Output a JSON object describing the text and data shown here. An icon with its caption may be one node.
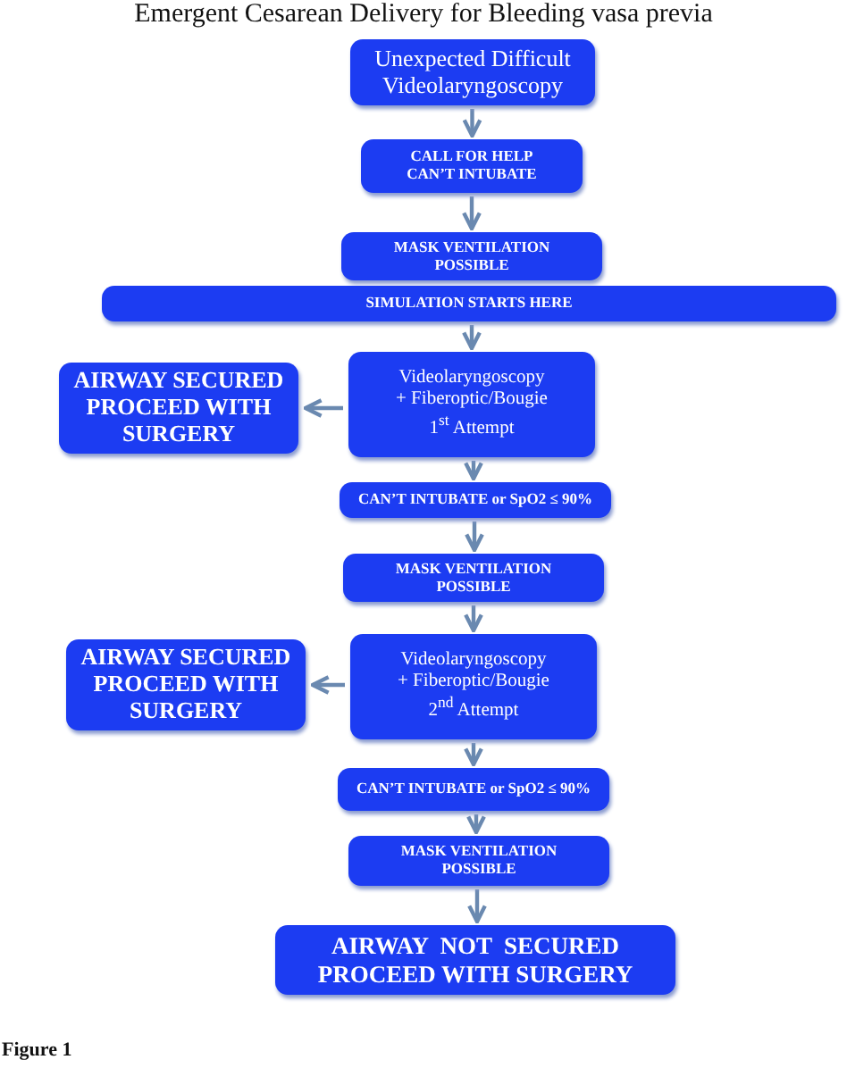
{
  "diagram": {
    "title": "Emergent Cesarean Delivery for Bleeding vasa previa",
    "nodes": [
      {
        "text": [
          "Unexpected Difficult Videolaryngoscopy"
        ]
      },
      {
        "text": [
          "CALL FOR HELP CAN’T INTUBATE"
        ]
      },
      {
        "text": [
          "MASK VENTILATION POSSIBLE"
        ]
      },
      {
        "text": [
          "SIMULATION STARTS HERE"
        ]
      },
      {
        "text": [
          "Videolaryngoscopy + Fiberoptic/Bougie 1$^{st}$ Attempt"
        ]
      },
      {
        "text": [
          "AIRWAY SECURED PROCEED WITH SURGERY"
        ]
      },
      {
        "text": [
          "CAN’T INTUBATE or SpO2 ≤ 90%"
        ]
      },
      {
        "text": [
          "MASK VENTILATION POSSIBLE"
        ]
      },
      {
        "text": [
          "Videolaryngoscopy + Fiberoptic/Bougie 2$^{nd}$ Attempt"
        ]
      },
      {
        "text": [
          "AIRWAY SECURED PROCEED WITH SURGERY"
        ]
      },
      {
        "text": [
          "CAN’T INTUBATE or SpO2 ≤ 90%"
        ]
      },
      {
        "text": [
          "MASK VENTILATION POSSIBLE"
        ]
      },
      {
        "text": [
          "AIRWAY  NOT  SECURED PROCEED WITH SURGERY"
        ]
      }
    ],
    "edges": [
      {
        "from": 0,
        "to": 1,
        "arrow": "to"
      },
      {
        "from": 1,
        "to": 2,
        "arrow": "to"
      },
      {
        "from": 3,
        "to": 4,
        "arrow": "to"
      },
      {
        "from": 4,
        "to": 5,
        "arrow": "to"
      },
      {
        "from": 4,
        "to": 6,
        "arrow": "to"
      },
      {
        "from": 6,
        "to": 7,
        "arrow": "to"
      },
      {
        "from": 7,
        "to": 8,
        "arrow": "to"
      },
      {
        "from": 8,
        "to": 9,
        "arrow": "to"
      },
      {
        "from": 8,
        "to": 10,
        "arrow": "to"
      },
      {
        "from": 10,
        "to": 11,
        "arrow": "to"
      },
      {
        "from": 11,
        "to": 12,
        "arrow": "to"
      }
    ],
    "labels": [
      "Figure 1"
    ]
  }
}
